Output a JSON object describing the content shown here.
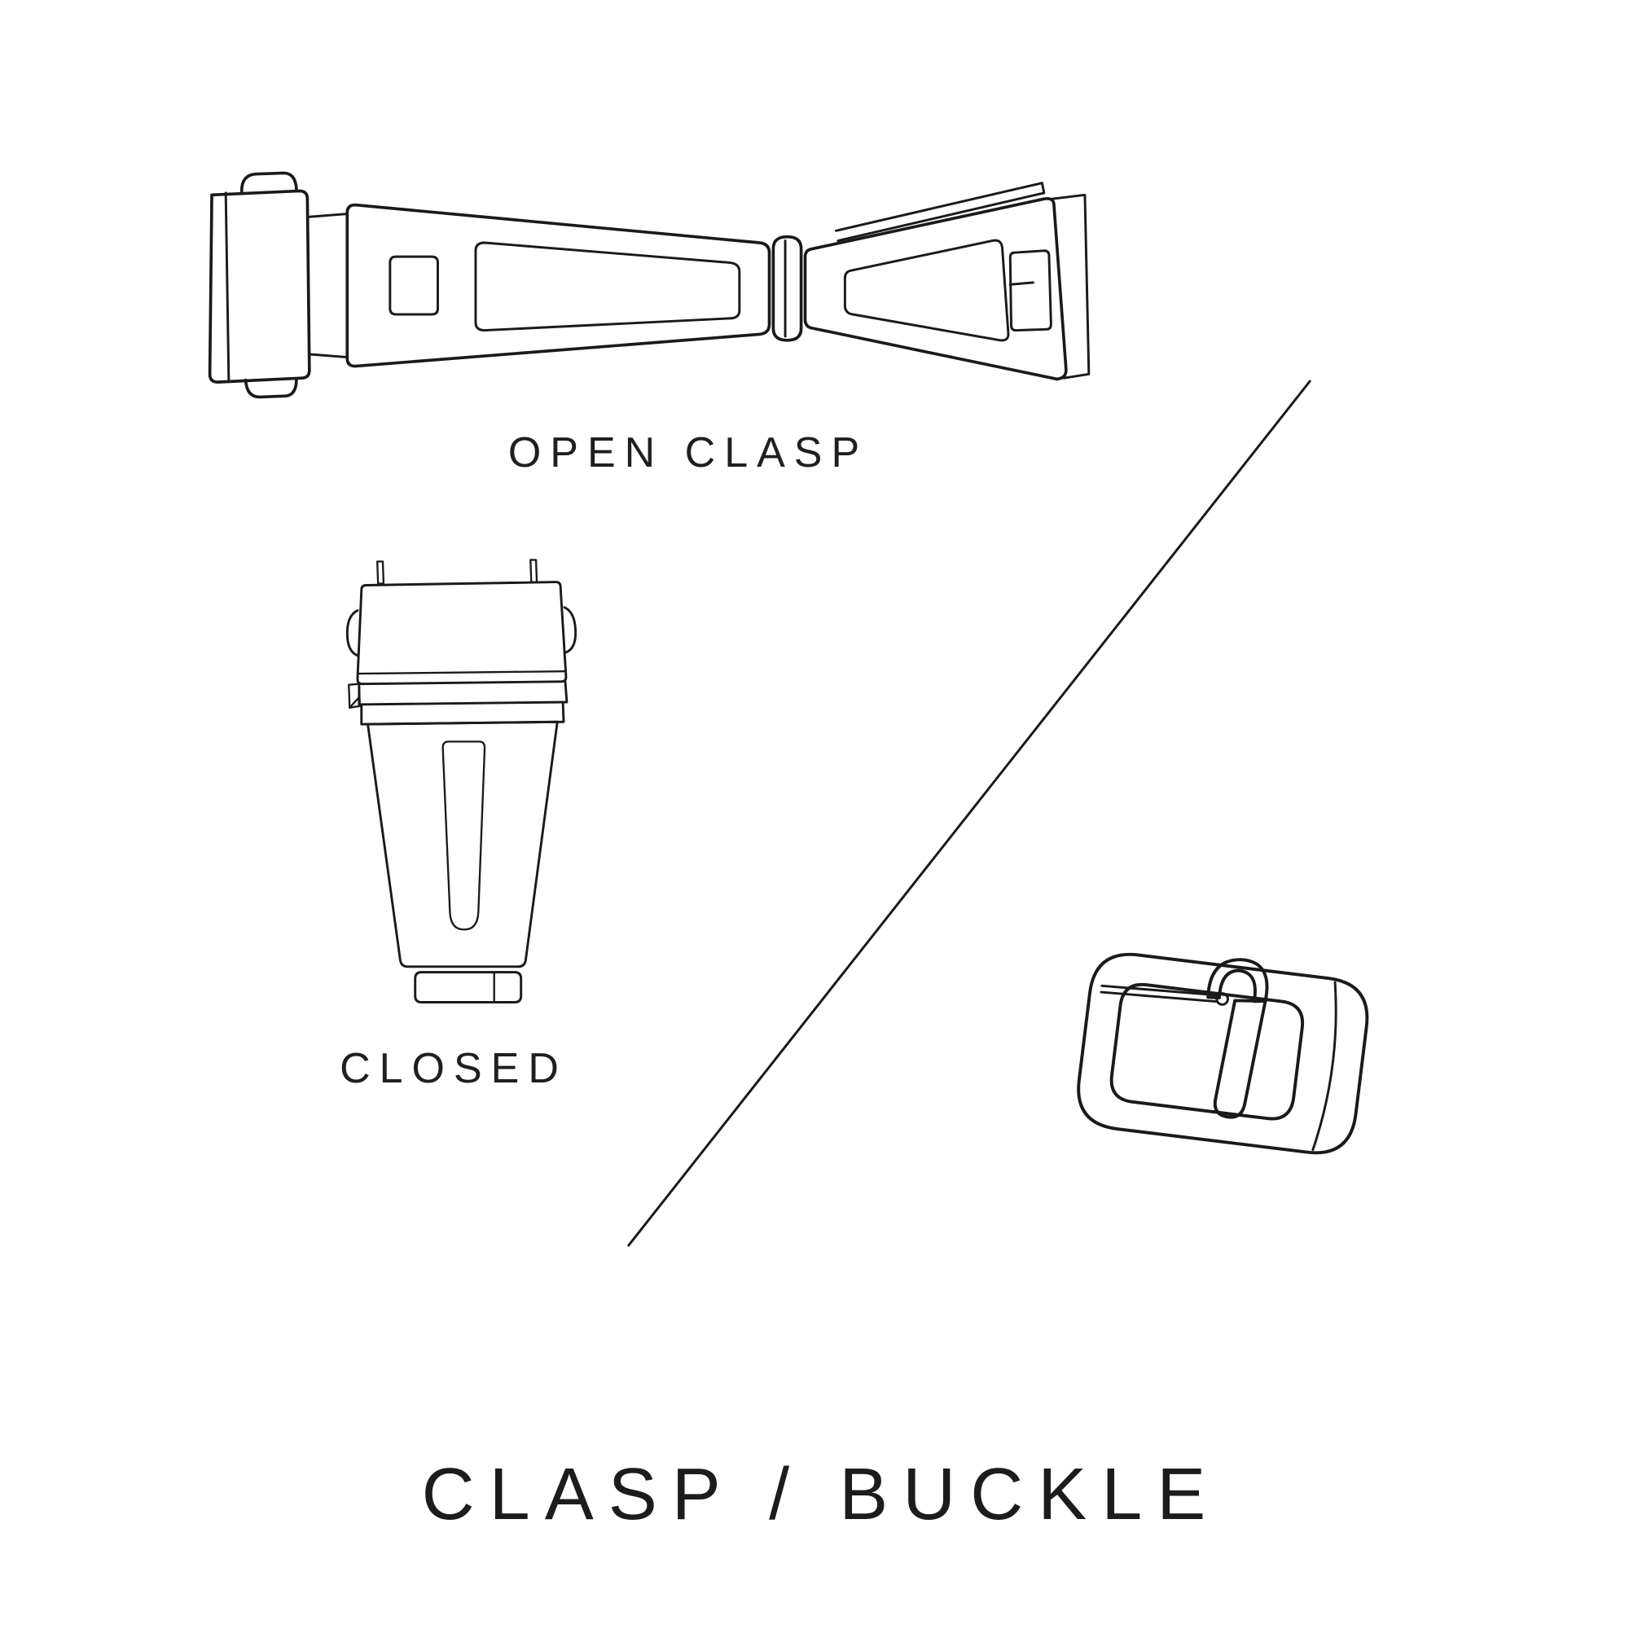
{
  "page": {
    "background_color": "#ffffff",
    "ink_color": "#1a1a1a"
  },
  "figure": {
    "open_clasp_label": "OPEN CLASP",
    "closed_label": "CLOSED",
    "title": "CLASP / BUCKLE",
    "icons": {
      "open_clasp": "open-clasp-line-art",
      "closed_clasp": "closed-clasp-line-art",
      "buckle": "buckle-line-art",
      "divider": "diagonal-divider-line"
    }
  }
}
